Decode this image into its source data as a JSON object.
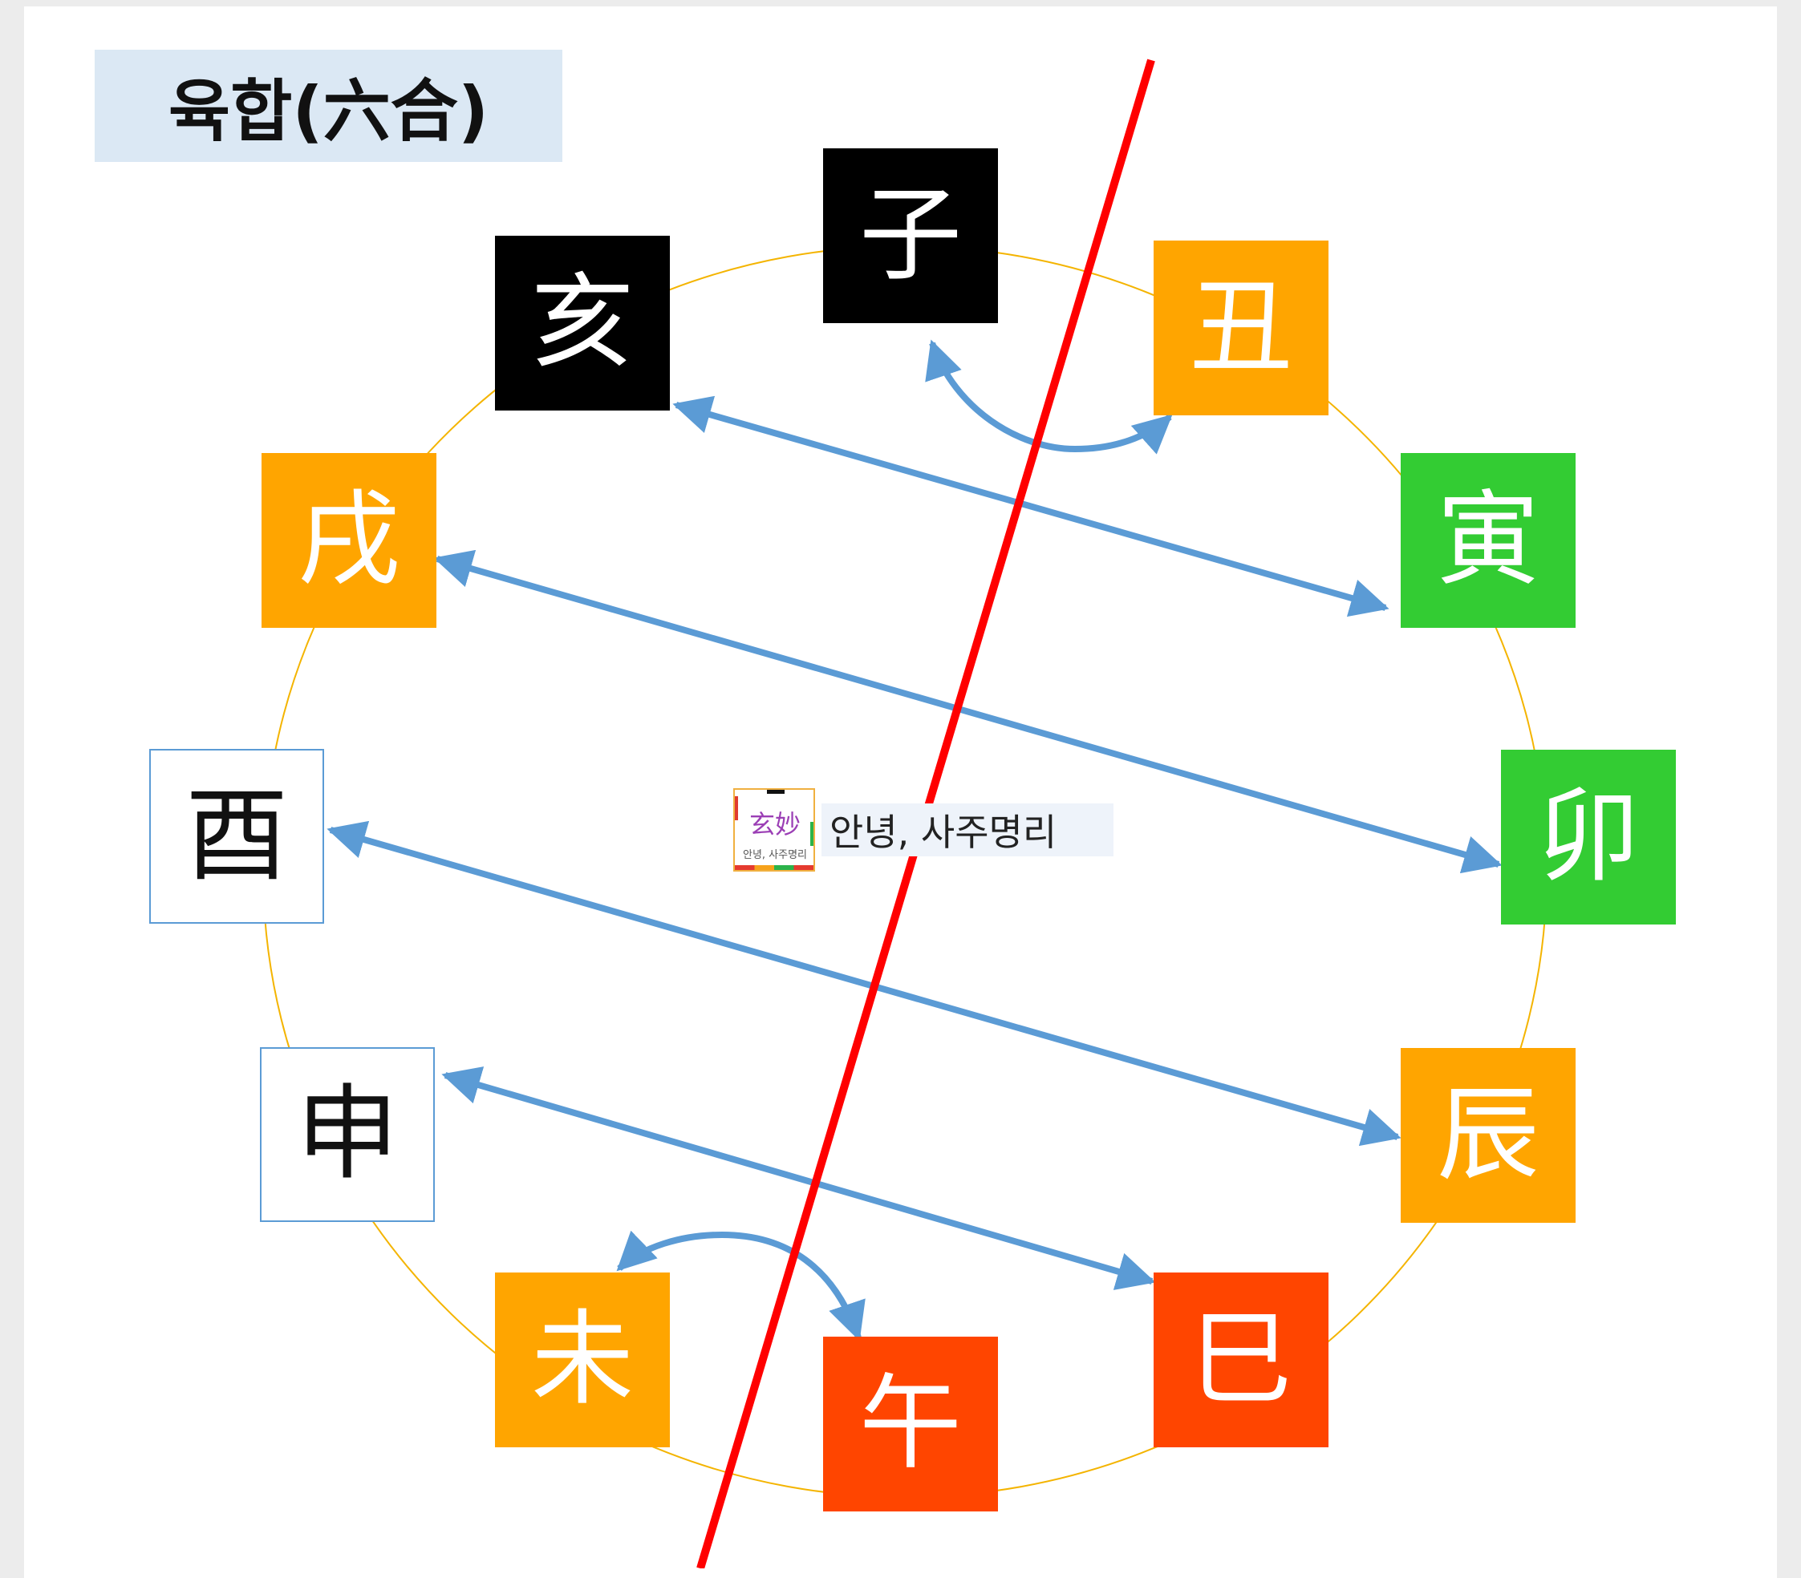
{
  "title": "육합(六合)",
  "watermark": {
    "logo_hanja": "玄妙",
    "logo_small": "안녕, 사주명리",
    "label": "안녕, 사주명리"
  },
  "colors": {
    "water": "#000000",
    "earth": "#ffa500",
    "wood": "#33cc33",
    "fire": "#ff4500",
    "metal": "#ffffff",
    "arrow": "#5b9bd5",
    "divider": "#ff0000",
    "circle": "#f4b400"
  },
  "branches": [
    {
      "id": "zi",
      "char": "子",
      "element": "water"
    },
    {
      "id": "chou",
      "char": "丑",
      "element": "earth"
    },
    {
      "id": "yin",
      "char": "寅",
      "element": "wood"
    },
    {
      "id": "mao",
      "char": "卯",
      "element": "wood"
    },
    {
      "id": "chen",
      "char": "辰",
      "element": "earth"
    },
    {
      "id": "si",
      "char": "巳",
      "element": "fire"
    },
    {
      "id": "wu",
      "char": "午",
      "element": "fire"
    },
    {
      "id": "wei",
      "char": "未",
      "element": "earth"
    },
    {
      "id": "shen",
      "char": "申",
      "element": "metal"
    },
    {
      "id": "you",
      "char": "酉",
      "element": "metal"
    },
    {
      "id": "xu",
      "char": "戌",
      "element": "earth"
    },
    {
      "id": "hai",
      "char": "亥",
      "element": "water"
    }
  ],
  "pairs": [
    [
      "子",
      "丑"
    ],
    [
      "亥",
      "寅"
    ],
    [
      "戌",
      "卯"
    ],
    [
      "酉",
      "辰"
    ],
    [
      "申",
      "巳"
    ],
    [
      "午",
      "未"
    ]
  ]
}
